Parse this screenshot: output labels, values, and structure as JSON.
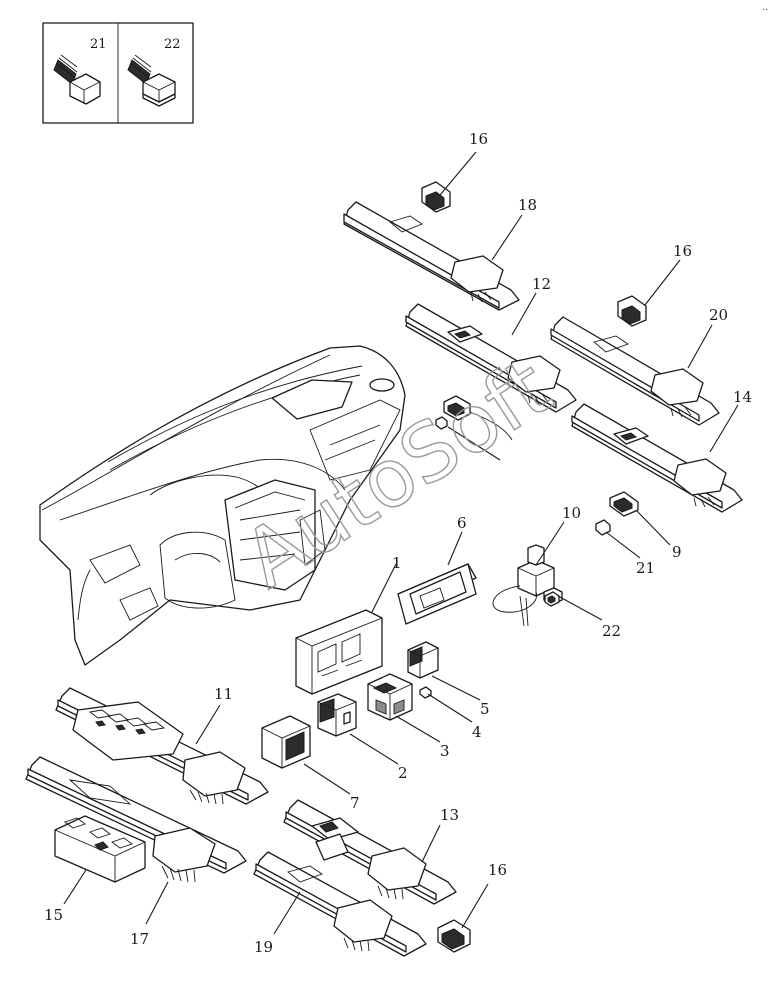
{
  "watermark": "AutoSoft",
  "corner_mark": "..",
  "inset": {
    "left_label": "21",
    "right_label": "22"
  },
  "callouts": {
    "c1": "1",
    "c2": "2",
    "c3": "3",
    "c4": "4",
    "c5": "5",
    "c6": "6",
    "c7": "7",
    "c9": "9",
    "c10": "10",
    "c11": "11",
    "c12": "12",
    "c13": "13",
    "c14": "14",
    "c15": "15",
    "c16a": "16",
    "c16b": "16",
    "c16c": "16",
    "c17": "17",
    "c18": "18",
    "c19": "19",
    "c20": "20",
    "c21": "21",
    "c22": "22"
  }
}
